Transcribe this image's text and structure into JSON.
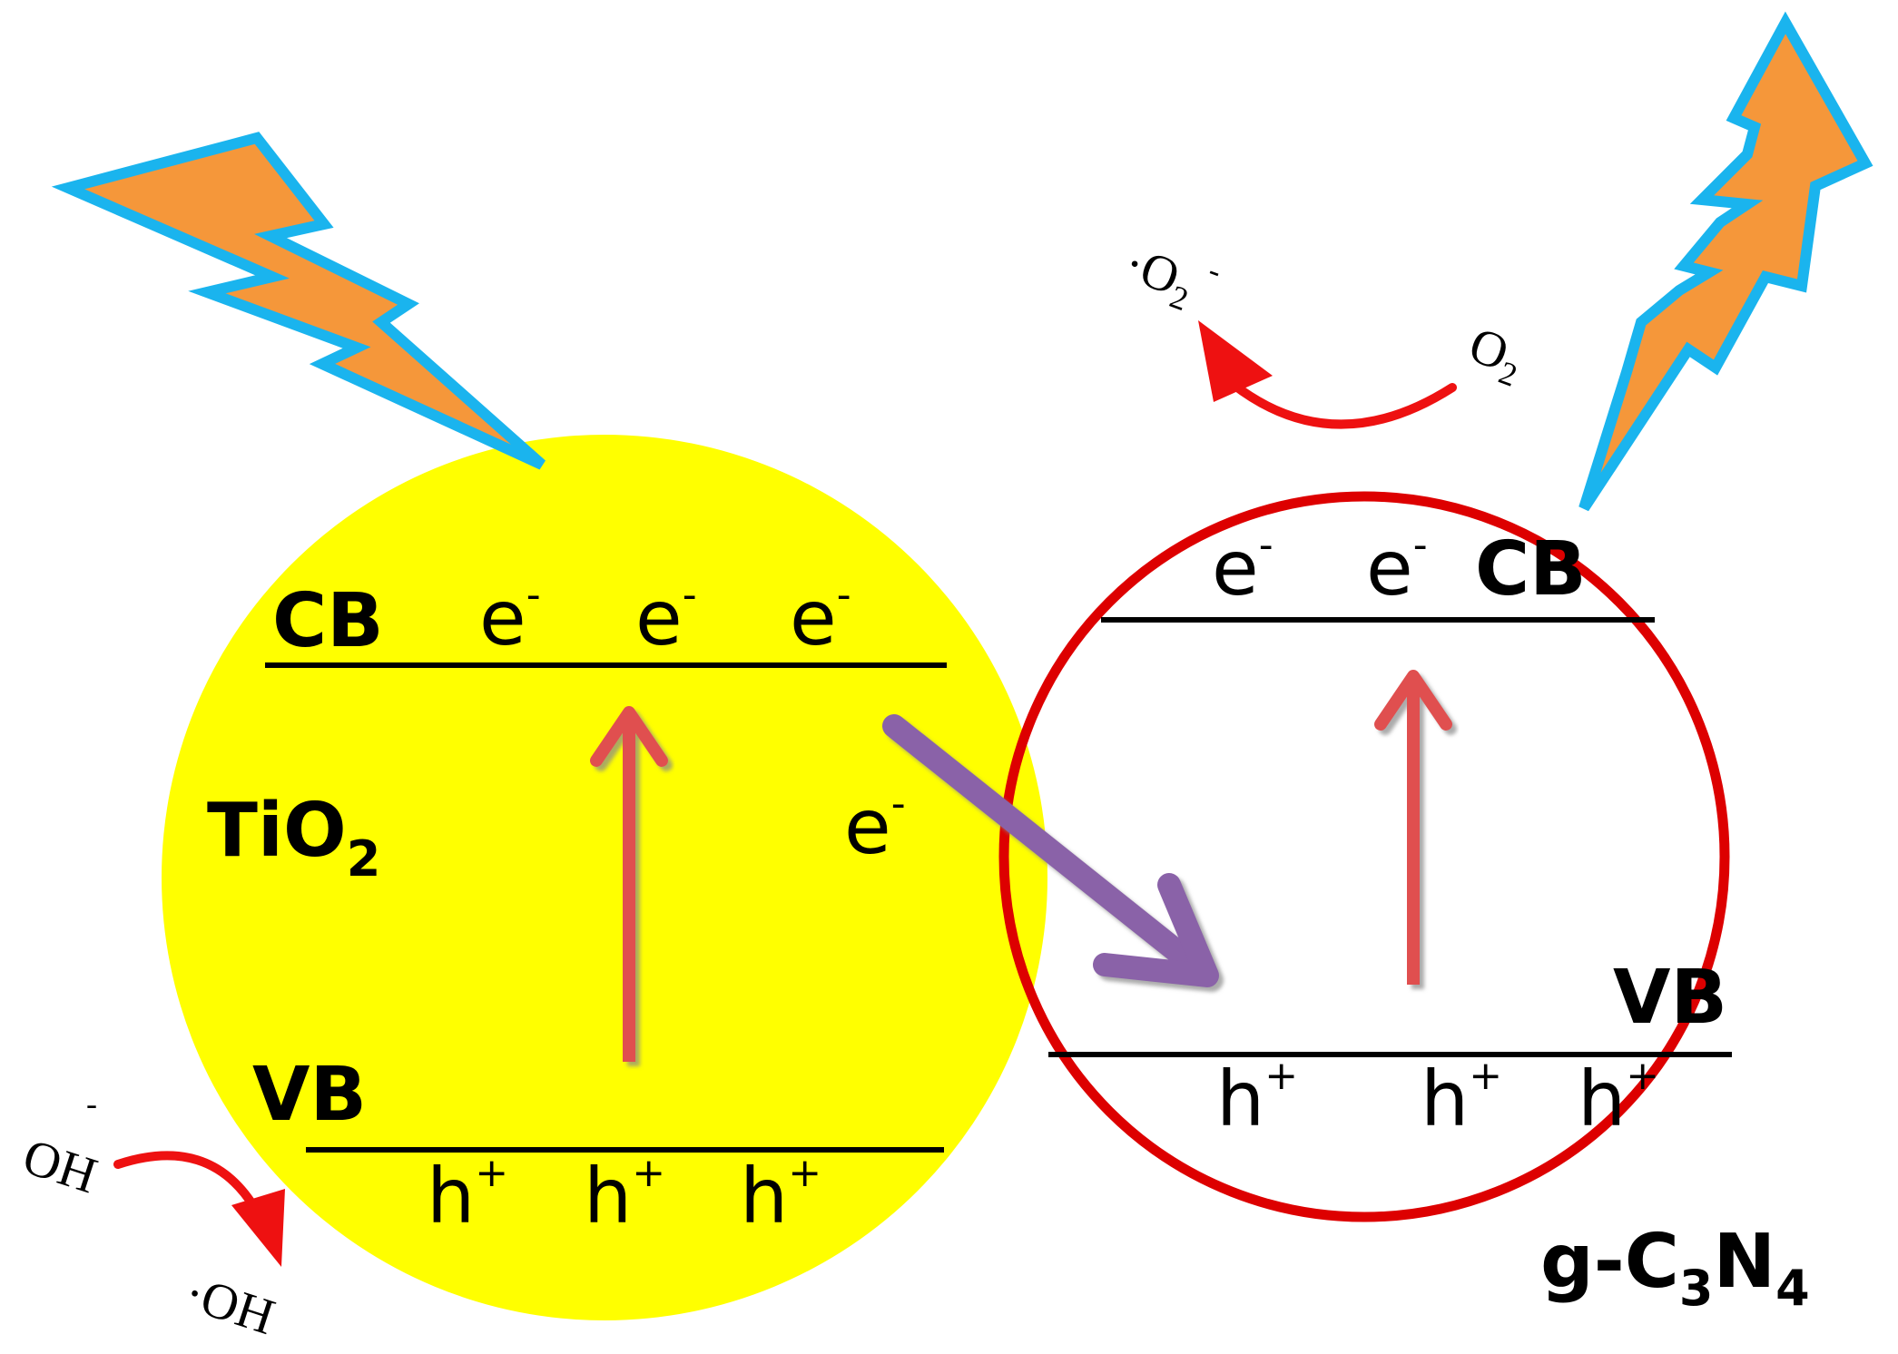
{
  "tio2": {
    "name_main": "TiO",
    "name_sub": "2",
    "cb_label": "CB",
    "vb_label": "VB",
    "electron_base": "e",
    "electron_sup": "-",
    "hole_base": "h",
    "hole_sup": "+"
  },
  "gc3n4": {
    "name_part1": "g-C",
    "name_sub1": "3",
    "name_part2": "N",
    "name_sub2": "4",
    "cb_label": "CB",
    "vb_label": "VB",
    "electron_base": "e",
    "electron_sup": "-",
    "hole_base": "h",
    "hole_sup": "+"
  },
  "reactions": {
    "oxygen_reactant_main": "O",
    "oxygen_reactant_sub": "2",
    "superoxide_dot": "·",
    "superoxide_main": "O",
    "superoxide_sub": "2",
    "superoxide_charge": "-",
    "hydroxide_reactant": "OH",
    "hydroxide_charge": "-",
    "hydroxyl_radical": "·OH"
  },
  "colors": {
    "tio2_fill": "#ffff00",
    "gc3n4_outline": "#dd0000",
    "excitation_arrow": "#e05050",
    "transfer_arrow": "#8a62a8",
    "lightning_fill": "#f5973a",
    "lightning_outline": "#1ab4ee",
    "reaction_arrow": "#ee1111"
  },
  "icons": {
    "light_left": "lightning-bolt-icon",
    "light_right": "lightning-bolt-icon"
  }
}
